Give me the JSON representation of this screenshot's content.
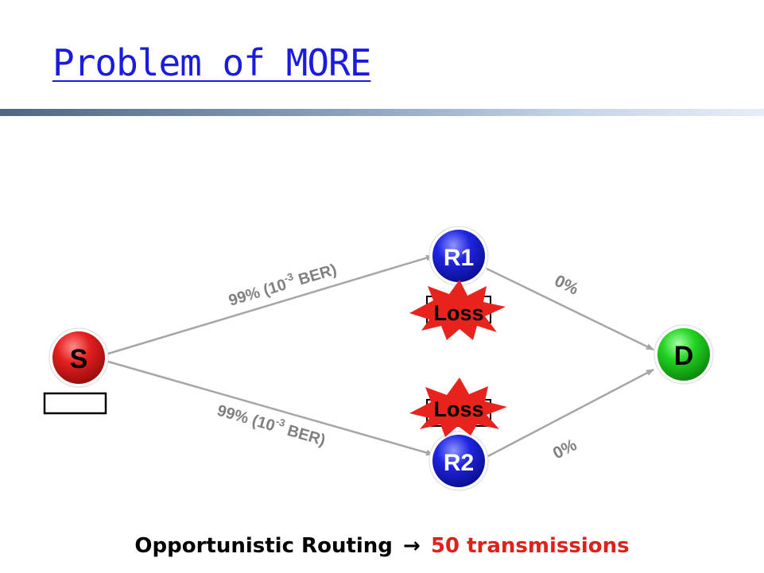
{
  "slide": {
    "title": "Problem of MORE",
    "caption": {
      "prefix": "Opportunistic Routing",
      "arrow": "→",
      "highlight": "50 transmissions"
    }
  },
  "nodes": {
    "S": "S",
    "R1": "R1",
    "R2": "R2",
    "D": "D"
  },
  "links": {
    "s_r1": {
      "pct": "99% (10",
      "exp": "-3",
      "suffix": " BER)"
    },
    "s_r2": {
      "pct": "99% (10",
      "exp": "-3",
      "suffix": " BER)"
    },
    "r1_d": "0%",
    "r2_d": "0%"
  },
  "loss_labels": {
    "r1": "Loss",
    "r2": "Loss"
  },
  "colors": {
    "title": "#1a1ae0",
    "node_source": "#e41f1f",
    "node_relay": "#1f25e0",
    "node_dest": "#22d322",
    "loss_burst": "#e8231d",
    "edge": "#a6a6a6",
    "highlight": "#e0201a"
  }
}
